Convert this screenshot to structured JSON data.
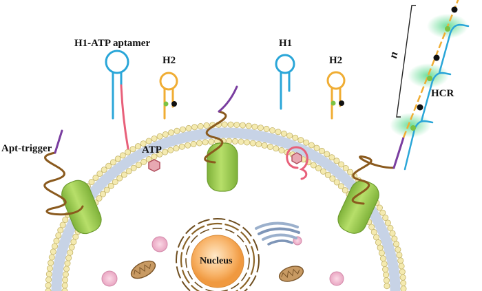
{
  "labels": {
    "h1_atp_aptamer": "H1-ATP aptamer",
    "h2_left": "H2",
    "h1": "H1",
    "h2_right": "H2",
    "apt_trigger": "Apt-trigger",
    "atp": "ATP",
    "hcr": "HCR",
    "n": "n",
    "nucleus": "Nucleus"
  },
  "colors": {
    "h1_strand": "#2aa6d8",
    "aptamer_tail": "#e8607a",
    "h2_strand": "#f0ad33",
    "trigger_tail": "#7a3ea0",
    "helix": "#8a5a1e",
    "receptor": "#9ccb4a",
    "lipid_head": "#f4eab0",
    "atp": "#e8607a",
    "fluorophore": "#7cc243",
    "quencher": "#111111",
    "glow": "#3ed27a",
    "nucleus": "#f5a24a"
  }
}
